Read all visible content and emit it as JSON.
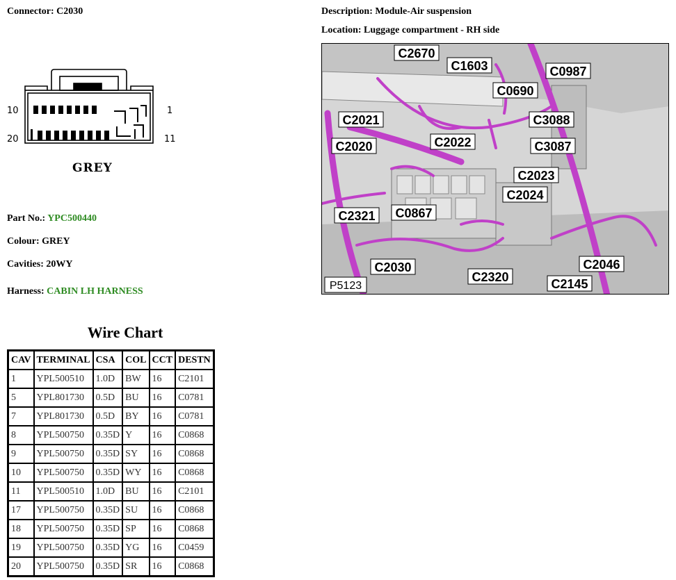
{
  "connector": {
    "label": "Connector: C2030",
    "color_label": "GREY",
    "pin_labels": {
      "top_left": "10",
      "top_right": "1",
      "bottom_left": "20",
      "bottom_right": "11"
    }
  },
  "description": "Description: Module-Air suspension",
  "location": "Location: Luggage compartment - RH side",
  "part_no": {
    "label": "Part No.:",
    "value": "YPC500440"
  },
  "colour": "Colour: GREY",
  "cavities": "Cavities: 20WY",
  "harness": {
    "label": "Harness:",
    "value": "CABIN LH HARNESS"
  },
  "photo": {
    "ref": "P5123",
    "callouts": [
      "C2670",
      "C1603",
      "C0987",
      "C0690",
      "C3088",
      "C2021",
      "C3087",
      "C2020",
      "C2022",
      "C2023",
      "C2024",
      "C2321",
      "C0867",
      "C2046",
      "C2030",
      "C2320",
      "C2145"
    ]
  },
  "wire_chart": {
    "title": "Wire Chart",
    "headers": [
      "CAV",
      "TERMINAL",
      "CSA",
      "COL",
      "CCT",
      "DESTN"
    ],
    "rows": [
      [
        "1",
        "YPL500510",
        "1.0D",
        "BW",
        "16",
        "C2101"
      ],
      [
        "5",
        "YPL801730",
        "0.5D",
        "BU",
        "16",
        "C0781"
      ],
      [
        "7",
        "YPL801730",
        "0.5D",
        "BY",
        "16",
        "C0781"
      ],
      [
        "8",
        "YPL500750",
        "0.35D",
        "Y",
        "16",
        "C0868"
      ],
      [
        "9",
        "YPL500750",
        "0.35D",
        "SY",
        "16",
        "C0868"
      ],
      [
        "10",
        "YPL500750",
        "0.35D",
        "WY",
        "16",
        "C0868"
      ],
      [
        "11",
        "YPL500510",
        "1.0D",
        "BU",
        "16",
        "C2101"
      ],
      [
        "17",
        "YPL500750",
        "0.35D",
        "SU",
        "16",
        "C0868"
      ],
      [
        "18",
        "YPL500750",
        "0.35D",
        "SP",
        "16",
        "C0868"
      ],
      [
        "19",
        "YPL500750",
        "0.35D",
        "YG",
        "16",
        "C0459"
      ],
      [
        "20",
        "YPL500750",
        "0.35D",
        "SR",
        "16",
        "C0868"
      ]
    ]
  },
  "colors": {
    "harness": "#c040c8",
    "accent_green": "#2e8b22"
  }
}
